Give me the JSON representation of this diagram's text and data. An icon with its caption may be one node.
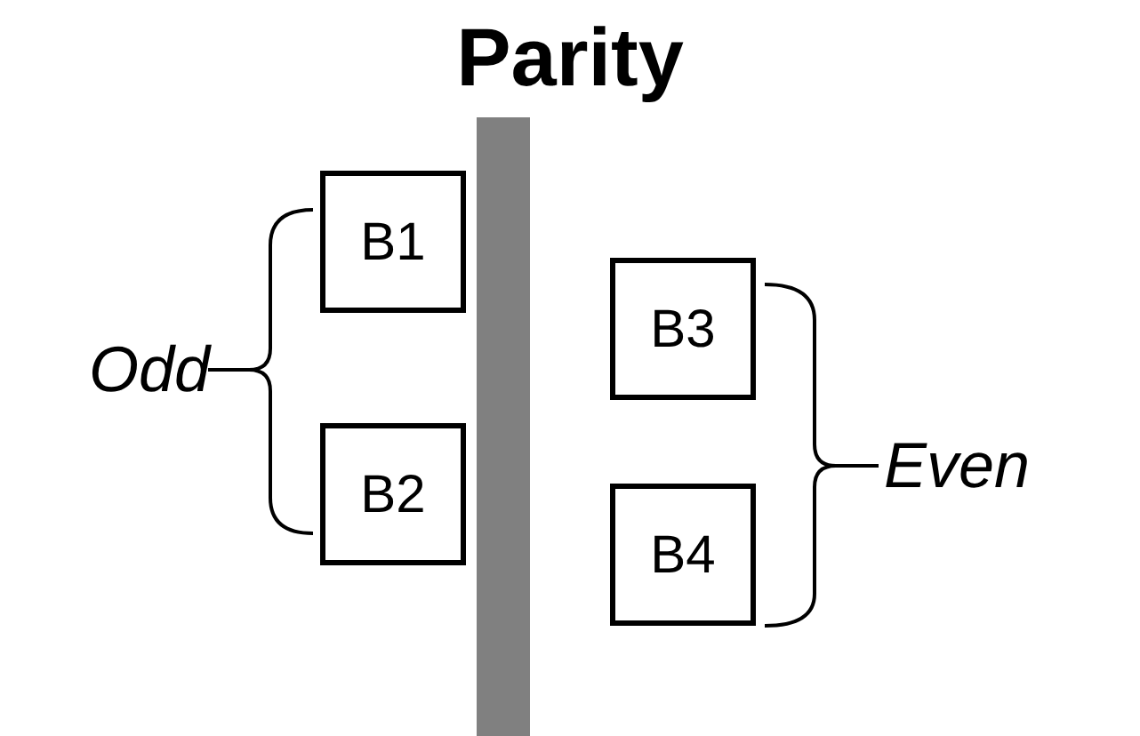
{
  "diagram": {
    "title": "Parity",
    "nodes": [
      {
        "text": [
          "B1"
        ]
      },
      {
        "text": [
          "B2"
        ]
      },
      {
        "text": [
          "B3"
        ]
      },
      {
        "text": [
          "B4"
        ]
      },
      {
        "text": [],
        "shape": "bar"
      }
    ],
    "labels": [
      "Odd",
      "Even"
    ]
  }
}
